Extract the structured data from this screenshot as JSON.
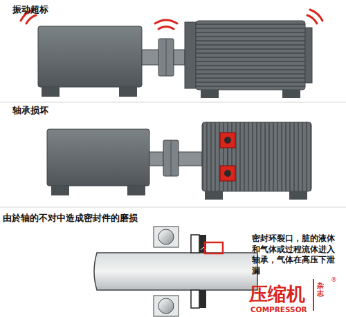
{
  "diagram": {
    "labels": [
      "振动超标",
      "轴承损坏",
      "由於轴的不对中造成密封件的磨损",
      "密封环裂口，脏的液体和气体或过程流体进入轴承，气体在高压下泄漏",
      "压缩机",
      "杂志",
      "COMPRESSOR",
      "®"
    ]
  }
}
